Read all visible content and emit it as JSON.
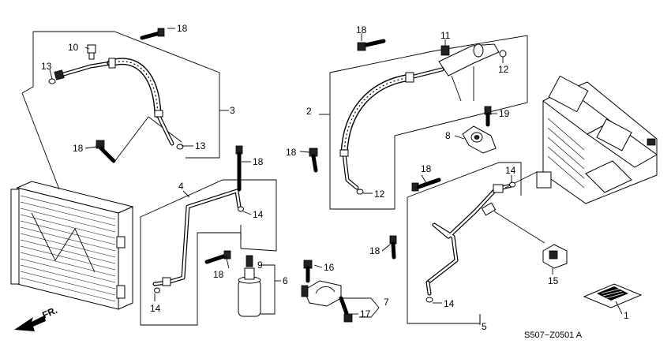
{
  "callouts": {
    "p1": "1",
    "p2": "2",
    "p3": "3",
    "p4": "4",
    "p5": "5",
    "p6": "6",
    "p7": "7",
    "p8": "8",
    "p9": "9",
    "p10": "10",
    "p11": "11",
    "p12a": "12",
    "p12b": "12",
    "p13a": "13",
    "p13b": "13",
    "p14a": "14",
    "p14b": "14",
    "p14c": "14",
    "p14d": "14",
    "p15": "15",
    "p16": "16",
    "p17": "17",
    "p18a": "18",
    "p18b": "18",
    "p18c": "18",
    "p18d": "18",
    "p18e": "18",
    "p18f": "18",
    "p18g": "18",
    "p19": "19"
  },
  "direction_label": "FR.",
  "reference_code": "S507−Z0501 A",
  "icons": {
    "front_arrow": "front-direction-arrow-icon",
    "label_plate": "caution-label-icon"
  }
}
